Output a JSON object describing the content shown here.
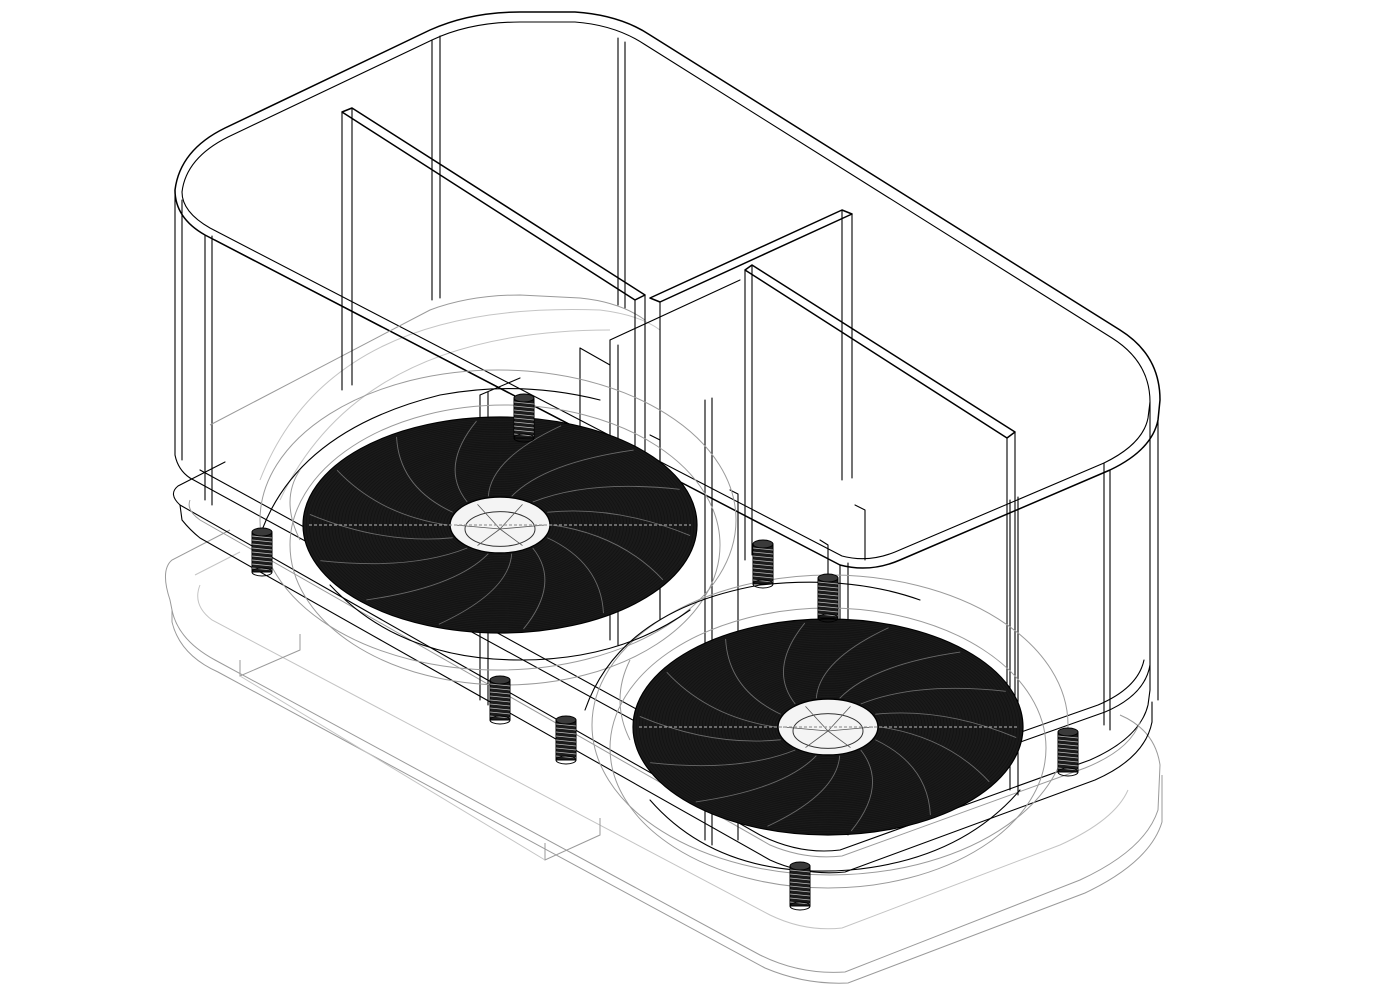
{
  "drawing": {
    "style": "isometric wireframe",
    "line_color": "#000000",
    "background_color": "#ffffff",
    "hidden_line_color": "#9a9a9a"
  },
  "components": {
    "tray": {
      "shape": "rounded rectangle basin"
    },
    "dividers": {
      "count": 2
    },
    "fans": {
      "count": 2,
      "fill": "#1a1a1a"
    },
    "standoffs": {
      "count": 8
    },
    "base_plate": {
      "shape": "rounded rectangle plate"
    }
  }
}
